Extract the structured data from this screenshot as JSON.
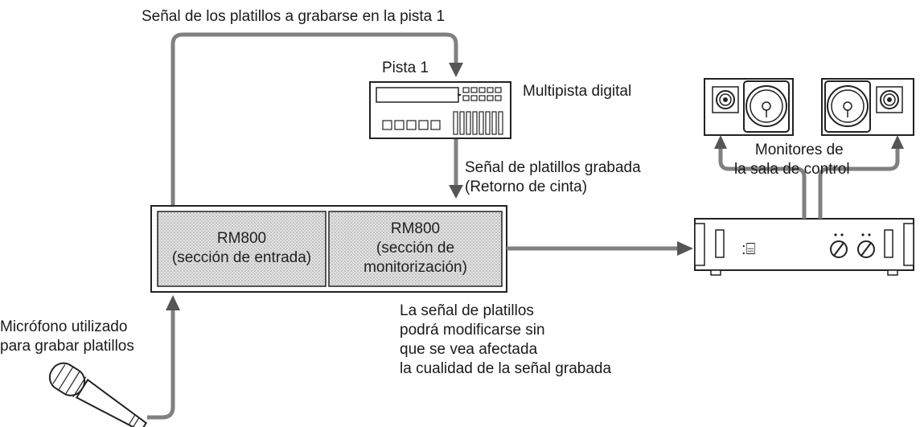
{
  "top_signal_label": "Señal de los platillos a grabarse en la pista 1",
  "track_label": "Pista 1",
  "recorder_label": "Multipista digital",
  "recorded_signal": {
    "line1": "Señal de platillos grabada",
    "line2": "(Retorno de cinta)"
  },
  "mixer": {
    "input_title": "RM800",
    "input_subtitle": "(sección de entrada)",
    "monitor_title": "RM800",
    "monitor_sub1": "(sección de",
    "monitor_sub2": "monitorización)"
  },
  "monitors_label": {
    "line1": "Monitores de",
    "line2": "la sala de control"
  },
  "amp_display": ":⌸",
  "note": {
    "line1": "La señal de platillos",
    "line2": "podrá modificarse sin",
    "line3": "que se vea afectada",
    "line4": "la cualidad de la señal grabada"
  },
  "mic_label": {
    "line1": "Micrófono utilizado",
    "line2": "para grabar platillos"
  }
}
